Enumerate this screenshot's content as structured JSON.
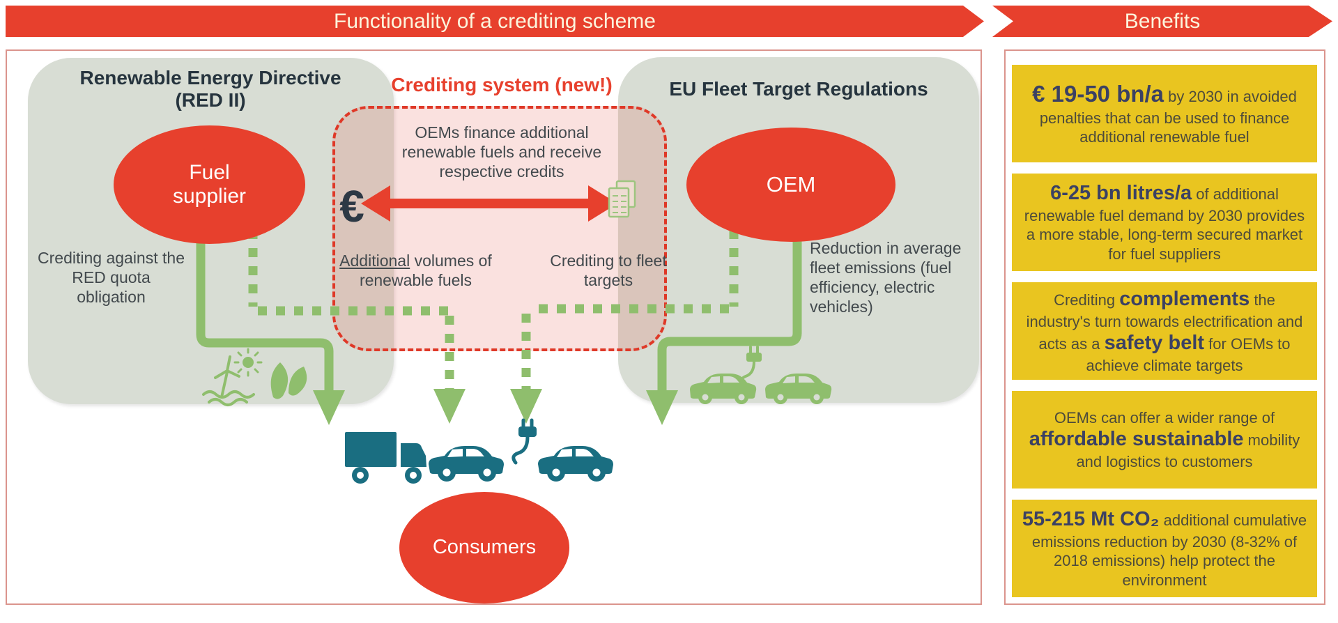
{
  "banner": {
    "functionality_label": "Functionality of a crediting scheme",
    "benefits_label": "Benefits"
  },
  "diagram": {
    "red_directive_box": {
      "title_line1": "Renewable Energy Directive",
      "title_line2": "(RED II)",
      "actor": "Fuel supplier",
      "crediting_note": "Crediting against the RED quota obligation"
    },
    "crediting_system": {
      "title": "Crediting system (new!)",
      "finance_note": "OEMs finance additional renewable fuels and receive respective credits",
      "euro_symbol": "€",
      "additional_underlined": "Additional",
      "additional_rest": " volumes of renewable fuels",
      "fleet_credit_label": "Crediting to fleet targets"
    },
    "fleet_box": {
      "title": "EU Fleet Target Regulations",
      "actor": "OEM",
      "reduction_note": "Reduction in average fleet emissions (fuel efficiency, electric vehicles)"
    },
    "consumers_label": "Consumers",
    "icons": [
      "euro-icon",
      "credits-document-icon",
      "renewable-energy-icon",
      "green-cars-plug-icon",
      "truck-icon",
      "car-icon",
      "electric-car-icon"
    ]
  },
  "benefits": {
    "items": [
      [
        {
          "text": "€ 19-50 bn/a",
          "emphasis": true
        },
        {
          "text": " by 2030 in avoided penalties that can be used to finance additional renewable fuel",
          "emphasis": false
        }
      ],
      [
        {
          "text": "6-25 bn litres/a",
          "emphasis": true
        },
        {
          "text": " of additional renewable fuel demand by 2030 provides a more stable, long-term secured market for fuel suppliers",
          "emphasis": false
        }
      ],
      [
        {
          "text": "Crediting ",
          "emphasis": false
        },
        {
          "text": "complements",
          "emphasis": true
        },
        {
          "text": " the industry's turn towards electrification and acts as a ",
          "emphasis": false
        },
        {
          "text": "safety belt",
          "emphasis": true
        },
        {
          "text": " for OEMs to achieve climate targets",
          "emphasis": false
        }
      ],
      [
        {
          "text": "OEMs can offer a wider range of ",
          "emphasis": false
        },
        {
          "text": "affordable sustainable",
          "emphasis": true
        },
        {
          "text": " mobility and logistics to customers",
          "emphasis": false
        }
      ],
      [
        {
          "text": "55-215 Mt CO₂",
          "emphasis": true
        },
        {
          "text": " additional cumulative emissions reduction by 2030 (8-32% of 2018 emissions) help protect the environment",
          "emphasis": false
        }
      ]
    ]
  },
  "colors": {
    "accent_red": "#e7402d",
    "green": "#8fbe6d",
    "teal": "#1a6e81",
    "benefit_yellow": "#e9c520",
    "box_grey_green": "#d8ddd4",
    "credit_pink": "#f8dcd7",
    "emphasis_navy": "#3b4163"
  }
}
